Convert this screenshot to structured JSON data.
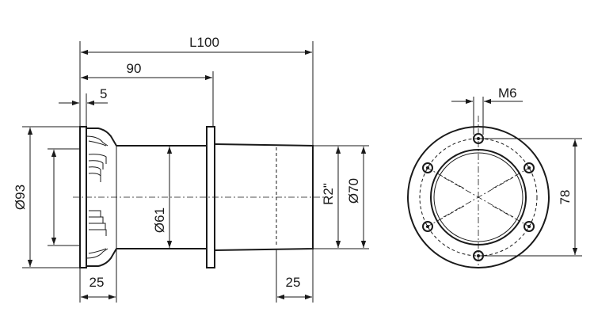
{
  "drawing": {
    "side_view": {
      "dimensions": {
        "overall_length": "L100",
        "flange_to_collar": "90",
        "flange_thickness": "5",
        "flange_diameter": "Ø93",
        "bore_diameter": "Ø61",
        "thread": "R2\"",
        "outer_diameter": "Ø70",
        "flange_section_length": "25",
        "thread_length": "25"
      }
    },
    "front_view": {
      "dimensions": {
        "bolt_thread": "M6",
        "bolt_circle": "78"
      },
      "bolt_hole_count": 6
    }
  }
}
